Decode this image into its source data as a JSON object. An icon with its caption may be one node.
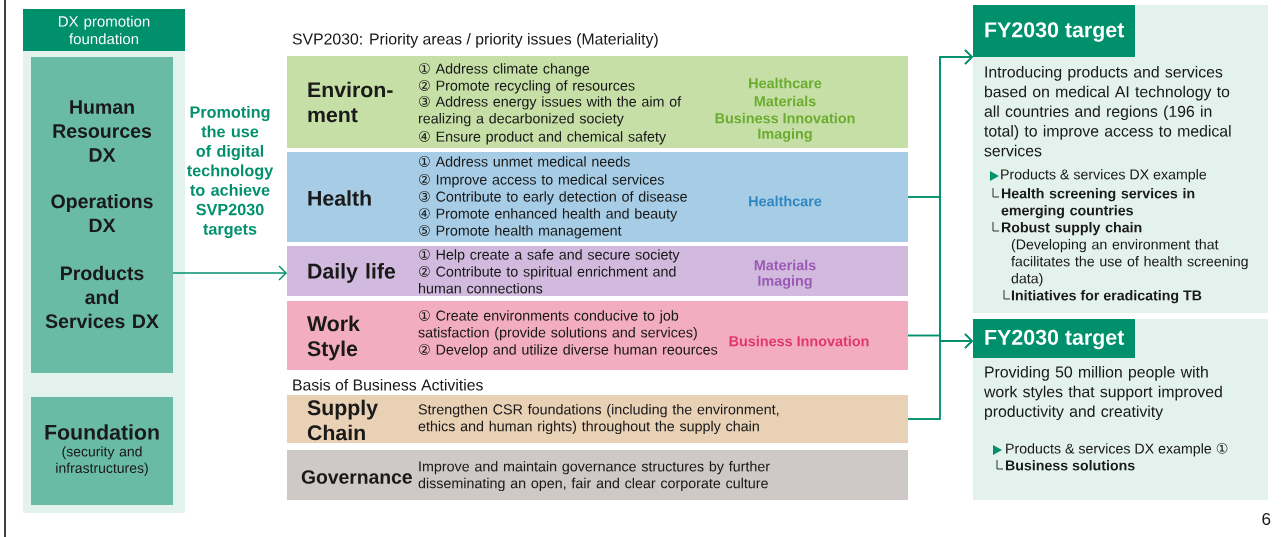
{
  "diagram": {
    "nodes": [
      {
        "text": [
          "DX promotion foundation"
        ]
      },
      {
        "text": [
          "Human Resources DX",
          "Operations DX",
          "Products and Services DX"
        ],
        "in": 0
      },
      {
        "text": [
          "Foundation",
          "(security and infrastructures)"
        ],
        "in": 0
      },
      {
        "text": [
          "Environ- ment",
          "① Address climate change",
          "② Promote recycling of resources",
          "③ Address energy issues with the aim of realizing a decarbonized society",
          "④ Ensure product and chemical safety",
          "Healthcare",
          "Materials",
          "Business Innovation",
          "Imaging"
        ]
      },
      {
        "text": [
          "Health",
          "① Address unmet medical needs",
          "② Improve access to medical services",
          "③ Contribute to early detection of disease",
          "④ Promote enhanced health and beauty",
          "⑤ Promote health management",
          "Healthcare"
        ]
      },
      {
        "text": [
          "Daily life",
          "① Help create a safe and secure society",
          "② Contribute to spiritual enrichment and human connections",
          "Materials",
          "Imaging"
        ]
      },
      {
        "text": [
          "Work Style",
          "① Create environments conducive to job satisfaction (provide solutions and services)",
          "② Develop and utilize diverse human reources",
          "Business Innovation"
        ]
      },
      {
        "text": [
          "Supply Chain",
          "Strengthen CSR foundations (including the environment, ethics and human rights) throughout the supply chain"
        ]
      },
      {
        "text": [
          "Governance",
          "Improve and maintain governance structures by further disseminating an open, fair and clear corporate culture"
        ]
      },
      {
        "text": [
          "FY2030 target",
          "Introducing products and services based on medical AI technology to all countries and regions (196 in total) to improve access to medical services",
          "Products & services DX example",
          "Health screening services in emerging countries",
          "Robust supply chain",
          "(Developing an environment that facilitates the use of health screening data)",
          "Initiatives for eradicating TB"
        ]
      },
      {
        "text": [
          "FY2030 target",
          "Providing 50 million people with work styles that support improved productivity and creativity",
          "Products & services DX example ①",
          "Business solutions"
        ]
      }
    ],
    "edges": [
      {
        "from": 1,
        "to": 5,
        "arrow": "to",
        "label": "Promoting the use of digital technology to achieve SVP2030 targets"
      },
      {
        "from": 4,
        "to": 9,
        "arrow": "to"
      },
      {
        "from": 4,
        "to": 10,
        "arrow": "to"
      },
      {
        "from": 6,
        "to": 9,
        "arrow": "to"
      },
      {
        "from": 6,
        "to": 10,
        "arrow": "to"
      },
      {
        "from": 7,
        "to": 9,
        "arrow": "to"
      },
      {
        "from": 7,
        "to": 10,
        "arrow": "to"
      }
    ],
    "labels": [
      "SVP2030: Priority areas / priority issues (Materiality)",
      "Basis of Business Activities",
      "6"
    ]
  }
}
